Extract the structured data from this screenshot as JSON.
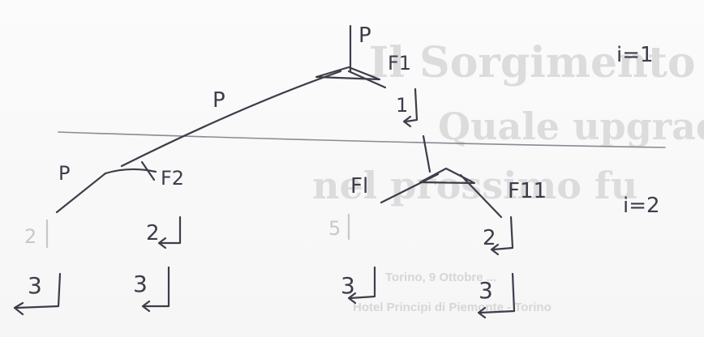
{
  "background_print": {
    "line1": "Il Sorgimento o Rim",
    "line2": "Quale upgrade per il S",
    "line3": "nel prossimo fu",
    "caption1": "Torino, 9 Ottobre ...",
    "caption2": "Hotel Principi di Piemonte - Torino"
  },
  "diagram": {
    "level_labels": {
      "i1": "i=1",
      "i2": "i=2"
    },
    "top_player": "P",
    "f1": "F1",
    "f1_choice": "1",
    "p_branch": "P",
    "left_p": "P",
    "f2": "F2",
    "left_2": "2",
    "left_3a": "3",
    "left_3b": "3",
    "fl": "Fl",
    "f11": "F11",
    "right_2": "2",
    "right_3a": "3",
    "right_3b": "3",
    "faded_2": "2",
    "faded_5": "5"
  }
}
